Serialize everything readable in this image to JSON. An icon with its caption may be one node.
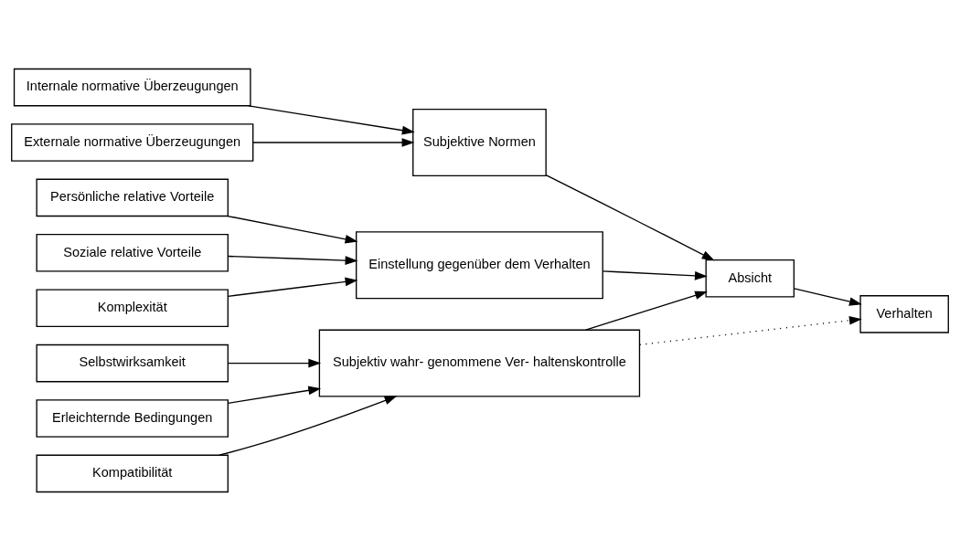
{
  "diagram": {
    "nodes": [
      {
        "text": [
          "Persönliche relative Vorteile"
        ]
      },
      {
        "text": [
          "Soziale relative Vorteile"
        ]
      },
      {
        "text": [
          "Komplexität"
        ]
      },
      {
        "text": [
          "Internale normative Überzeugungen"
        ]
      },
      {
        "text": [
          "Externale normative Überzeugungen"
        ]
      },
      {
        "text": [
          "Selbstwirksamkeit"
        ]
      },
      {
        "text": [
          "Erleichternde Bedingungen"
        ]
      },
      {
        "text": [
          "Kompatibilität"
        ]
      },
      {
        "text": [
          "Einstellung gegenüber dem Verhalten"
        ]
      },
      {
        "text": [
          "Subjektive Normen"
        ]
      },
      {
        "text": [
          "Subjektiv wahr- genommene Ver- haltenskontrolle"
        ]
      },
      {
        "text": [
          "Absicht"
        ]
      },
      {
        "text": [
          "Verhalten"
        ]
      }
    ],
    "edges": [
      {
        "from": 0,
        "to": 8,
        "arrow": "to"
      },
      {
        "from": 1,
        "to": 8,
        "arrow": "to"
      },
      {
        "from": 2,
        "to": 8,
        "arrow": "to"
      },
      {
        "from": 3,
        "to": 9,
        "arrow": "to"
      },
      {
        "from": 4,
        "to": 9,
        "arrow": "to"
      },
      {
        "from": 5,
        "to": 10,
        "arrow": "to"
      },
      {
        "from": 6,
        "to": 10,
        "arrow": "to"
      },
      {
        "from": 7,
        "to": 10,
        "arrow": "to"
      },
      {
        "from": 8,
        "to": 11,
        "arrow": "to"
      },
      {
        "from": 9,
        "to": 11,
        "arrow": "to"
      },
      {
        "from": 10,
        "to": 11,
        "arrow": "to"
      },
      {
        "from": 11,
        "to": 12,
        "arrow": "to"
      },
      {
        "from": 10,
        "to": 12,
        "arrow": "to",
        "style": "dashed"
      }
    ]
  }
}
